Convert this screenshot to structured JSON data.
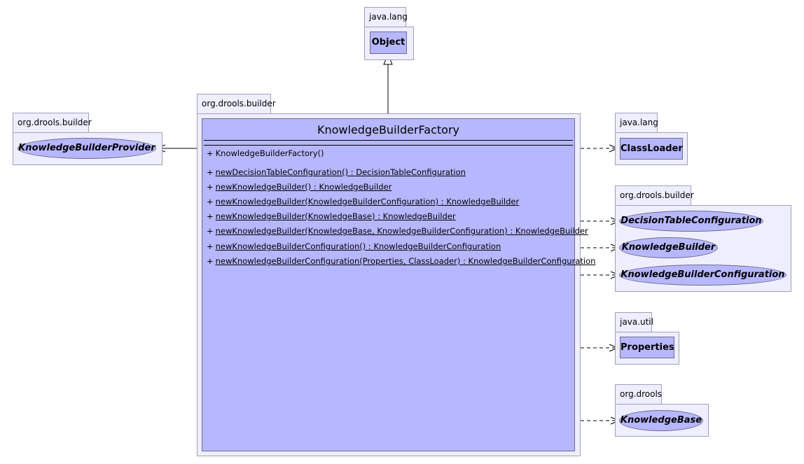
{
  "packages": {
    "java_lang_top": "java.lang",
    "org_drools_builder_main": "org.drools.builder",
    "org_drools_builder_left": "org.drools.builder",
    "java_lang_right": "java.lang",
    "org_drools_builder_right": "org.drools.builder",
    "java_util": "java.util",
    "org_drools": "org.drools"
  },
  "classes": {
    "object": "Object",
    "classloader": "ClassLoader",
    "properties": "Properties"
  },
  "interfaces": {
    "provider": "KnowledgeBuilderProvider",
    "dtconfig": "DecisionTableConfiguration",
    "kbuilder": "KnowledgeBuilder",
    "kbconfig": "KnowledgeBuilderConfiguration",
    "kbase": "KnowledgeBase"
  },
  "main_class": {
    "name": "KnowledgeBuilderFactory",
    "constructor": {
      "vis": "+",
      "sig": "KnowledgeBuilderFactory()"
    },
    "methods": [
      {
        "vis": "+",
        "sig": "newDecisionTableConfiguration() : DecisionTableConfiguration"
      },
      {
        "vis": "+",
        "sig": "newKnowledgeBuilder() : KnowledgeBuilder"
      },
      {
        "vis": "+",
        "sig": "newKnowledgeBuilder(KnowledgeBuilderConfiguration) : KnowledgeBuilder"
      },
      {
        "vis": "+",
        "sig": "newKnowledgeBuilder(KnowledgeBase) : KnowledgeBuilder"
      },
      {
        "vis": "+",
        "sig": "newKnowledgeBuilder(KnowledgeBase, KnowledgeBuilderConfiguration) : KnowledgeBuilder"
      },
      {
        "vis": "+",
        "sig": "newKnowledgeBuilderConfiguration() : KnowledgeBuilderConfiguration"
      },
      {
        "vis": "+",
        "sig": "newKnowledgeBuilderConfiguration(Properties, ClassLoader) : KnowledgeBuilderConfiguration"
      }
    ]
  },
  "colors": {
    "class_fill": "#b7b7ff",
    "package_fill": "#eeeeff",
    "border": "#6d6d8c"
  }
}
